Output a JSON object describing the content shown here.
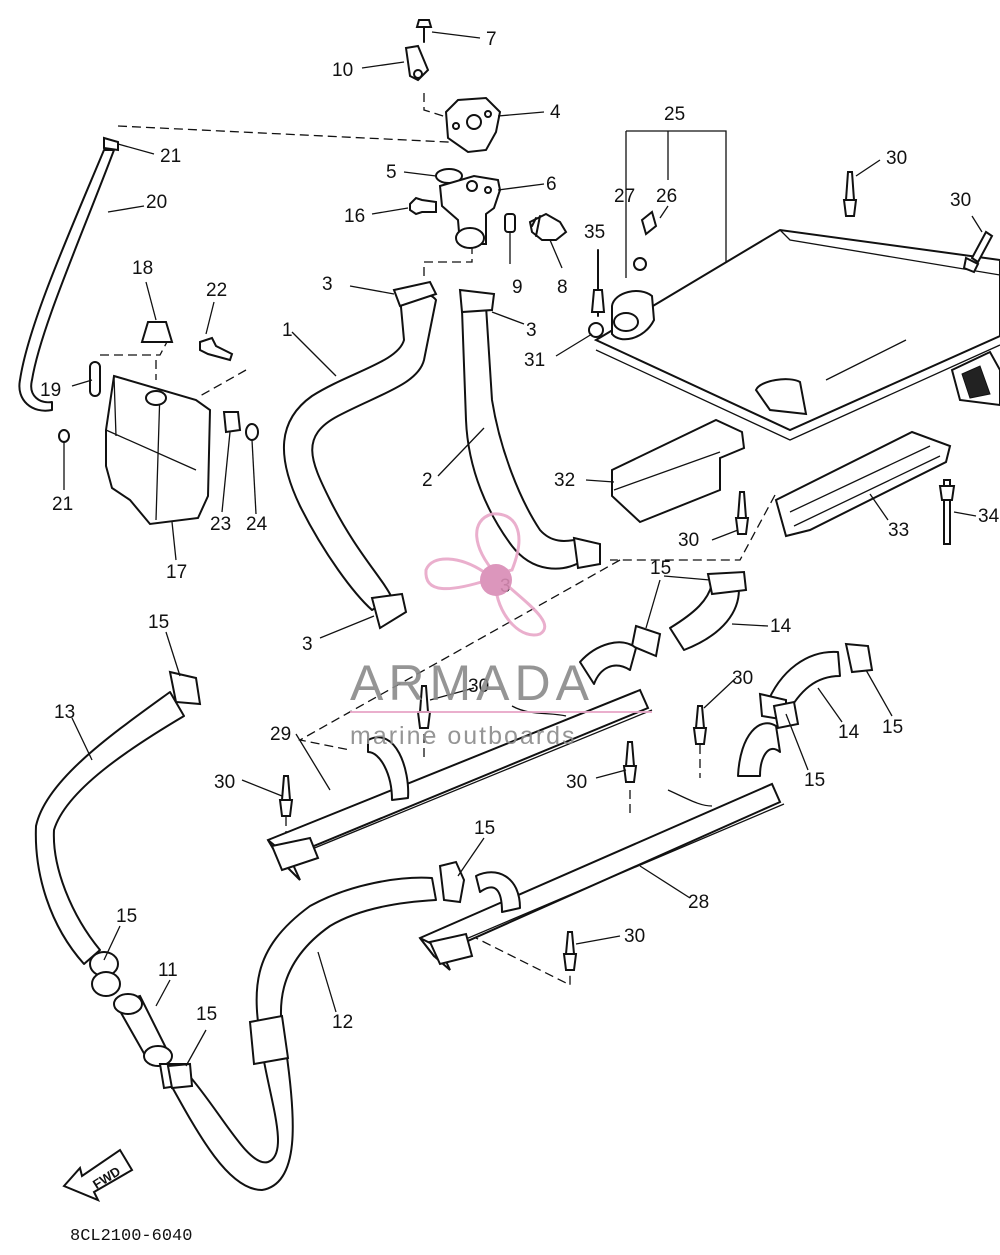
{
  "diagram": {
    "callouts": [
      {
        "id": "c7",
        "text": "7"
      },
      {
        "id": "c10",
        "text": "10"
      },
      {
        "id": "c4",
        "text": "4"
      },
      {
        "id": "c21a",
        "text": "21"
      },
      {
        "id": "c25",
        "text": "25"
      },
      {
        "id": "c30a",
        "text": "30"
      },
      {
        "id": "c5",
        "text": "5"
      },
      {
        "id": "c6",
        "text": "6"
      },
      {
        "id": "c20",
        "text": "20"
      },
      {
        "id": "c16",
        "text": "16"
      },
      {
        "id": "c27",
        "text": "27"
      },
      {
        "id": "c26",
        "text": "26"
      },
      {
        "id": "c30b",
        "text": "30"
      },
      {
        "id": "c3a",
        "text": "3"
      },
      {
        "id": "c9",
        "text": "9"
      },
      {
        "id": "c8",
        "text": "8"
      },
      {
        "id": "c35",
        "text": "35"
      },
      {
        "id": "c18",
        "text": "18"
      },
      {
        "id": "c22",
        "text": "22"
      },
      {
        "id": "c3b",
        "text": "3"
      },
      {
        "id": "c1",
        "text": "1"
      },
      {
        "id": "c31",
        "text": "31"
      },
      {
        "id": "c19",
        "text": "19"
      },
      {
        "id": "c21b",
        "text": "21"
      },
      {
        "id": "c2",
        "text": "2"
      },
      {
        "id": "c32",
        "text": "32"
      },
      {
        "id": "c23",
        "text": "23"
      },
      {
        "id": "c24",
        "text": "24"
      },
      {
        "id": "c33",
        "text": "33"
      },
      {
        "id": "c34",
        "text": "34"
      },
      {
        "id": "c30c",
        "text": "30"
      },
      {
        "id": "c17",
        "text": "17"
      },
      {
        "id": "c3c",
        "text": "3"
      },
      {
        "id": "c15a",
        "text": "15"
      },
      {
        "id": "c15b",
        "text": "15"
      },
      {
        "id": "c14a",
        "text": "14"
      },
      {
        "id": "c3d",
        "text": "3"
      },
      {
        "id": "c30d",
        "text": "30"
      },
      {
        "id": "c30e",
        "text": "30"
      },
      {
        "id": "c13",
        "text": "13"
      },
      {
        "id": "c29",
        "text": "29"
      },
      {
        "id": "c14b",
        "text": "14"
      },
      {
        "id": "c15c",
        "text": "15"
      },
      {
        "id": "c30f",
        "text": "30"
      },
      {
        "id": "c15d",
        "text": "15"
      },
      {
        "id": "c30g",
        "text": "30"
      },
      {
        "id": "c15e",
        "text": "15"
      },
      {
        "id": "c28",
        "text": "28"
      },
      {
        "id": "c15f",
        "text": "15"
      },
      {
        "id": "c30h",
        "text": "30"
      },
      {
        "id": "c11",
        "text": "11"
      },
      {
        "id": "c12",
        "text": "12"
      },
      {
        "id": "c15g",
        "text": "15"
      }
    ],
    "direction_label": "FWD",
    "drawing_code": "8CL2100-6040"
  },
  "watermark": {
    "brand": "ARMADA",
    "tagline": "marine outboards",
    "logo_color": "#e8a7c8",
    "logo_dark": "#d98bb5",
    "text_color": "#8a8a8a"
  }
}
